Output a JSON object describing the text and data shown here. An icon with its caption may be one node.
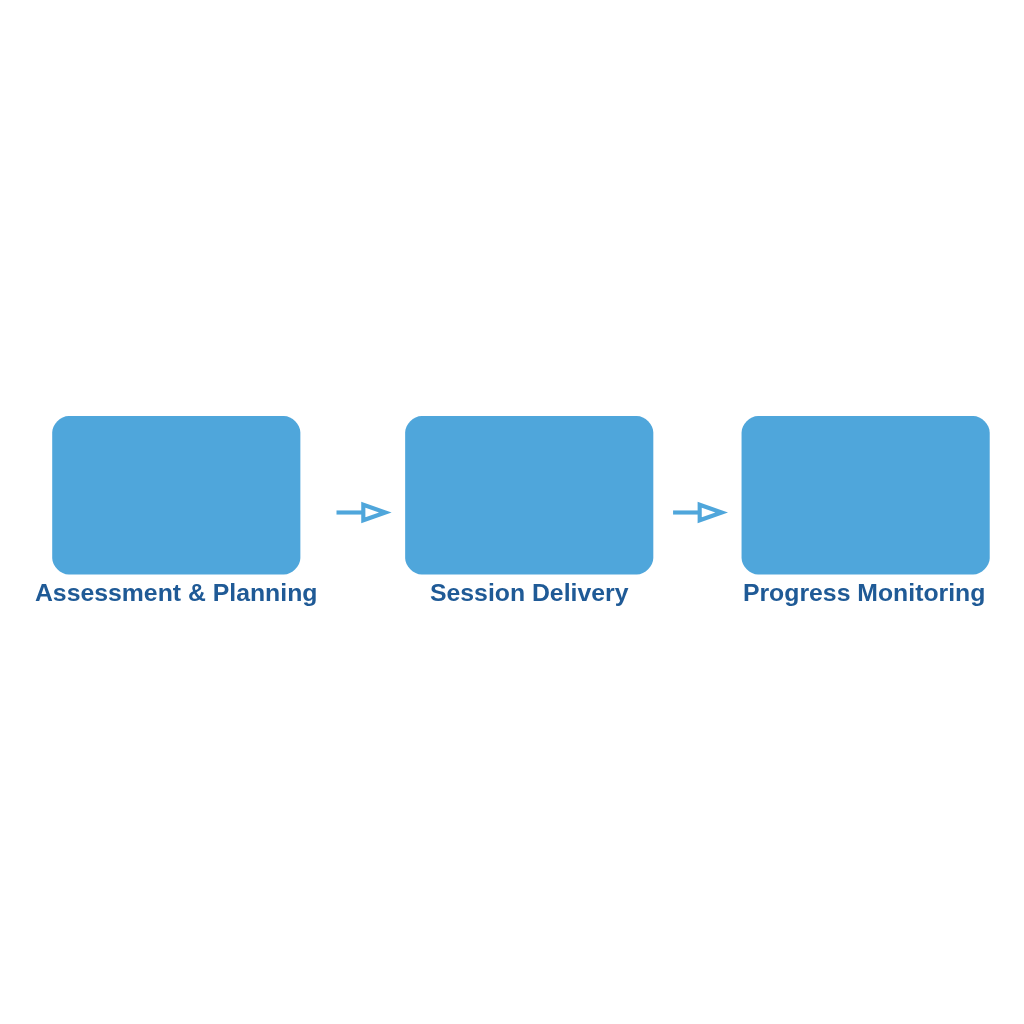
{
  "diagram": {
    "nodes": [
      {
        "text": [
          "Assessment & Planning"
        ]
      },
      {
        "text": [
          "Session Delivery"
        ]
      },
      {
        "text": [
          "Progress Monitoring"
        ]
      }
    ],
    "edges": [
      {
        "from": 0,
        "to": 1,
        "arrow": "to"
      },
      {
        "from": 1,
        "to": 2,
        "arrow": "to"
      }
    ]
  }
}
